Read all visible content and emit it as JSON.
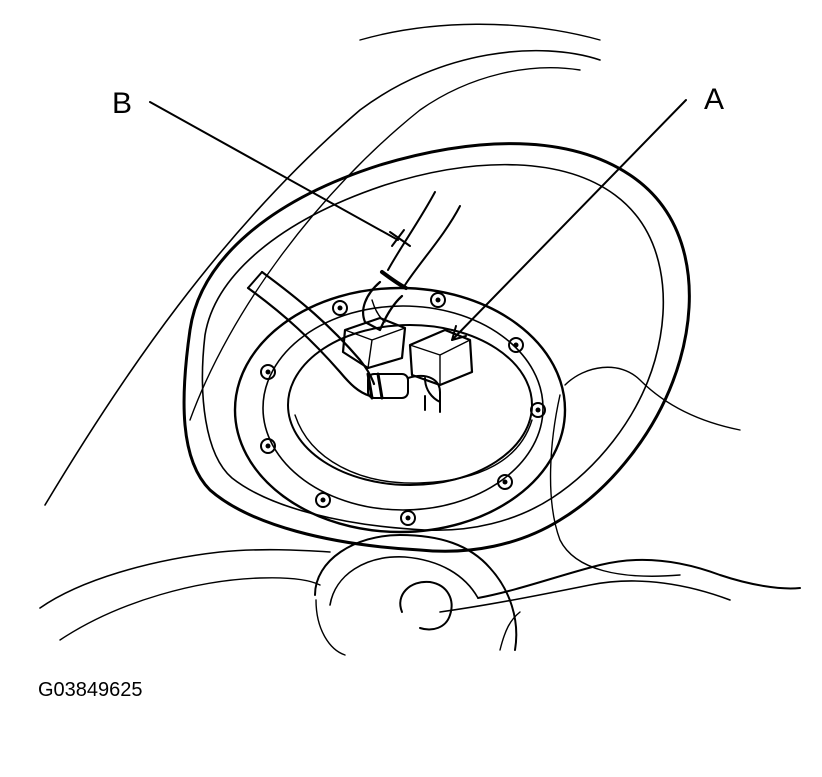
{
  "labels": {
    "a": "A",
    "b": "B"
  },
  "figure_id": "G03849625",
  "colors": {
    "ink": "#000000",
    "paper": "#ffffff"
  }
}
